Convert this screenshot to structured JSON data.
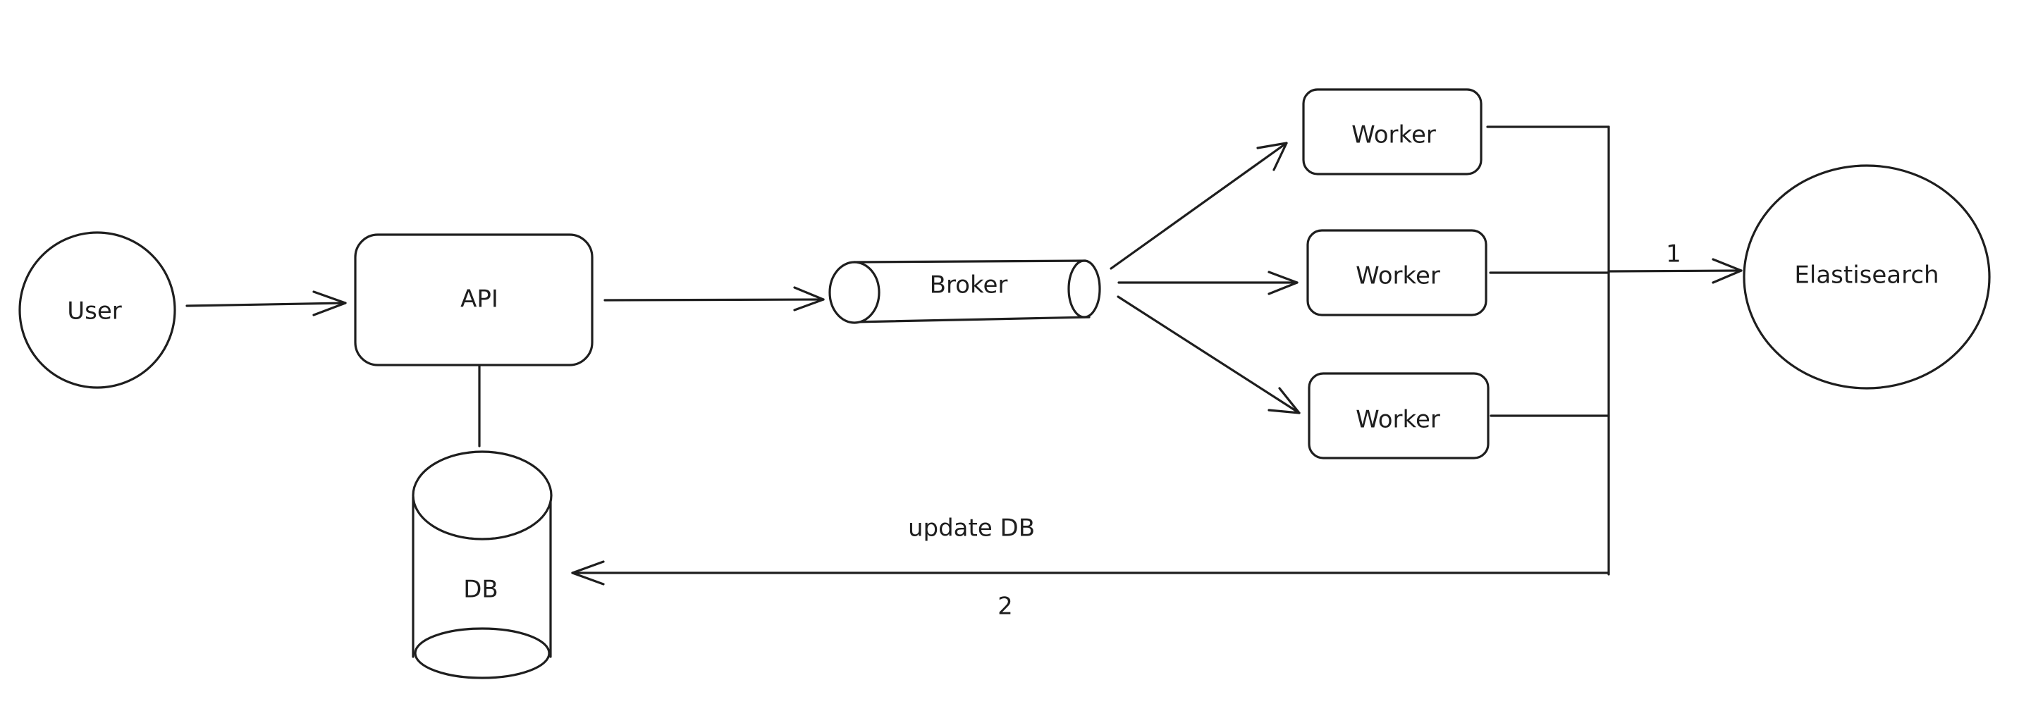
{
  "nodes": {
    "user": "User",
    "api": "API",
    "broker": "Broker",
    "worker_1": "Worker",
    "worker_2": "Worker",
    "worker_3": "Worker",
    "elasticsearch": "Elastisearch",
    "db": "DB"
  },
  "edge_labels": {
    "to_elasticsearch": "1",
    "update_db": "update DB",
    "update_db_step": "2"
  }
}
